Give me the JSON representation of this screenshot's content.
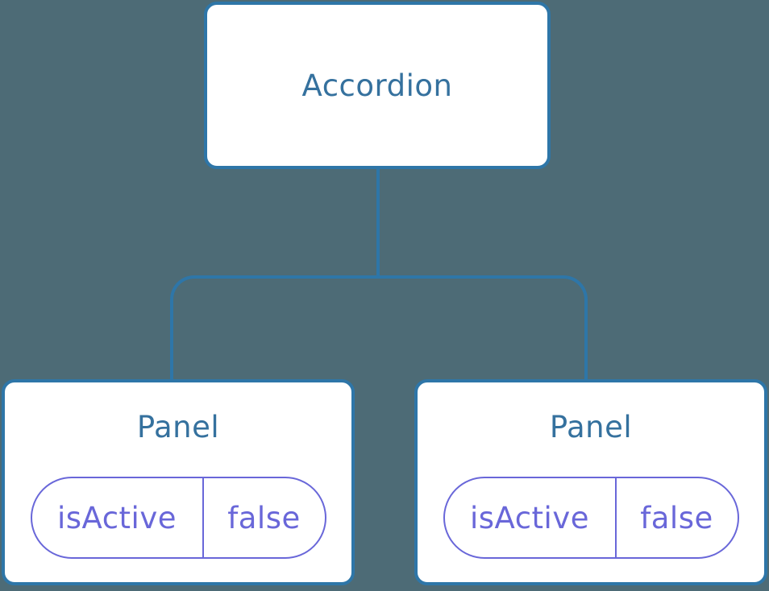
{
  "diagram": {
    "colors": {
      "background": "#4D6B76",
      "line": "#2E76A8",
      "node-bg": "#FFFFFF",
      "node-text": "#35719E",
      "state": "#6967D9"
    },
    "root": {
      "label": "Accordion"
    },
    "children": [
      {
        "label": "Panel",
        "state": {
          "key": "isActive",
          "value": "false"
        }
      },
      {
        "label": "Panel",
        "state": {
          "key": "isActive",
          "value": "false"
        }
      }
    ]
  }
}
